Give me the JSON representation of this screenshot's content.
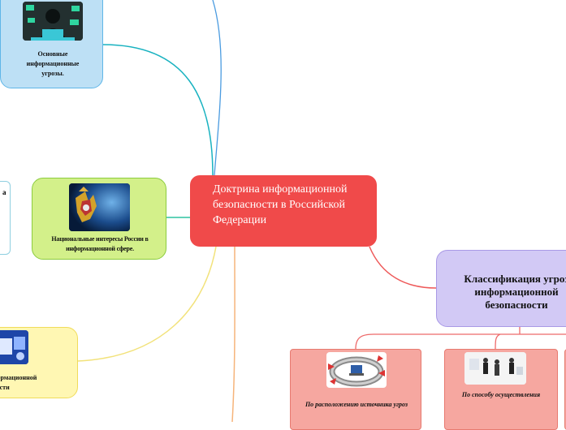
{
  "central": {
    "label": "Доктрина информационной безопасности в Российской Федерации"
  },
  "threats": {
    "label": "Основные информационные угрозы."
  },
  "interests": {
    "label": "Национальные интересы России в информационной сфере."
  },
  "left_partial": {
    "text": "а"
  },
  "info_sphere": {
    "label": "формационной\nности"
  },
  "classification": {
    "label": "Классификация угроз информационной безопасности",
    "children": [
      {
        "label": "По расположению источника угроз"
      },
      {
        "label": "По способу осуществления"
      }
    ]
  },
  "colors": {
    "central": "#f04a4a",
    "threats": "#bde0f5",
    "interests": "#d3f08a",
    "info_sphere": "#fff7b3",
    "classification": "#d2c9f5",
    "children": "#f6a7a0"
  },
  "icons": [
    "hacker-laptop-icon",
    "russian-coat-of-arms-icon",
    "computer-network-icon",
    "computer-ring-icon",
    "business-people-icon"
  ]
}
